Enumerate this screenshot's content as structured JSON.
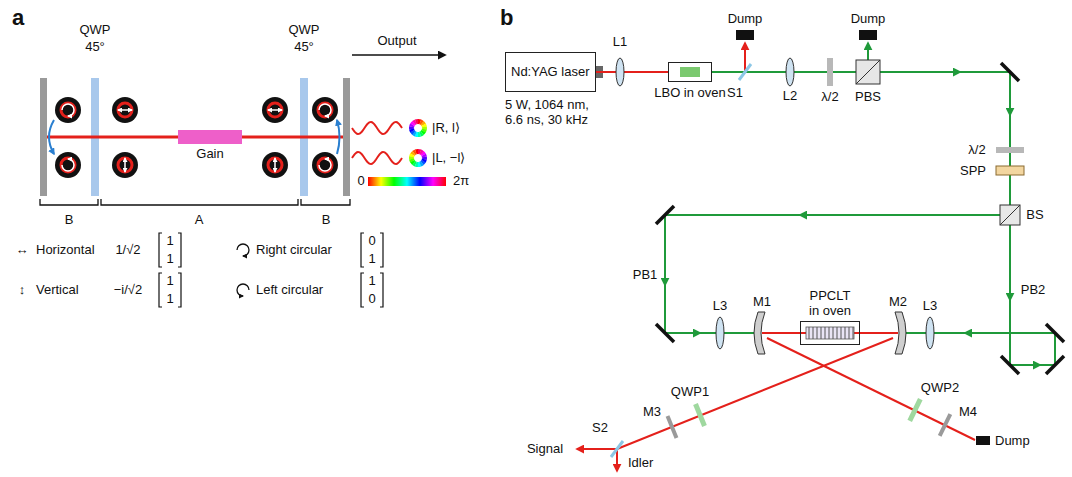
{
  "diagram": {
    "nodes": [
      {
        "text": [
          "Gain"
        ]
      },
      {
        "text": [
          "Nd:YAG laser"
        ]
      },
      {
        "text": [
          "LBO in oven"
        ]
      },
      {
        "text": [
          "Dump"
        ]
      },
      {
        "text": [
          "Dump"
        ]
      },
      {
        "text": [
          "PPCLT in oven"
        ]
      },
      {
        "text": [
          "Dump"
        ]
      }
    ],
    "edges": [
      {
        "from": 1,
        "to": 2,
        "arrow": "none"
      }
    ],
    "labels": [
      "a",
      "QWP",
      "45°",
      "QWP",
      "45°",
      "Output",
      "|R, l⟩",
      "|L, −l⟩",
      "0",
      "2π",
      "B",
      "A",
      "B",
      "↔",
      "Horizontal",
      "1/√2",
      "1",
      "1",
      "↕",
      "Vertical",
      "−i/√2",
      "1",
      "1",
      "Right circular",
      "0",
      "1",
      "Left circular",
      "1",
      "0",
      "b",
      "5 W, 1064 nm, 6.6 ns, 30 kHz",
      "L1",
      "S1",
      "L2",
      "λ/2",
      "PBS",
      "λ/2",
      "SPP",
      "BS",
      "PB1",
      "PB2",
      "L3",
      "M1",
      "M2",
      "L3",
      "M3",
      "QWP1",
      "S2",
      "Signal",
      "Idler",
      "QWP2",
      "M4"
    ]
  }
}
